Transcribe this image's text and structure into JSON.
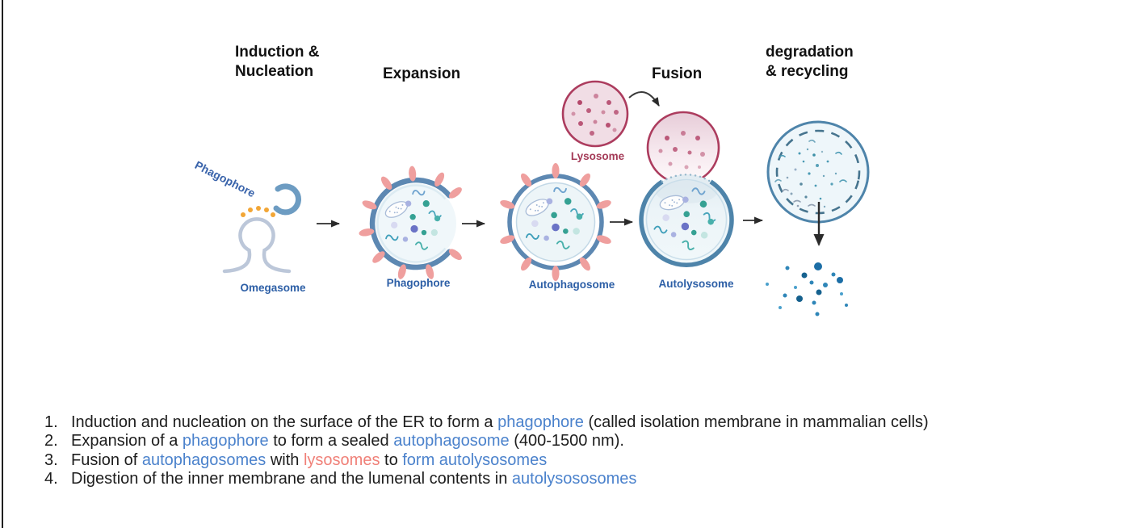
{
  "stages": {
    "induction": {
      "line1": "Induction &",
      "line2": "Nucleation"
    },
    "expansion": "Expansion",
    "fusion": "Fusion",
    "degradation": {
      "line1": "degradation",
      "line2": "& recycling"
    }
  },
  "labels": {
    "phagophore_early": "Phagophore",
    "omegasome": "Omegasome",
    "phagophore": "Phagophore",
    "autophagosome": "Autophagosome",
    "lysosome": "Lysosome",
    "autolysosome": "Autolysosome"
  },
  "colors": {
    "membrane_blue": "#5d88b2",
    "autolysosome_blue": "#4e84aa",
    "lysosome_crimson": "#ac3c5e",
    "pink_oval": "#ef9f9e",
    "orange_dot": "#f2a636",
    "omegasome_gray": "#bcc7d9",
    "label_blue": "#2d5fa6",
    "list_link_blue": "#4b82cc",
    "list_link_salmon": "#f08078"
  },
  "list": {
    "items": [
      {
        "number": "1.",
        "segments": [
          {
            "text": "Induction and nucleation on the surface of the ER to form a "
          },
          {
            "text": "phagophore"
          },
          {
            "text": " (called isolation membrane in mammalian cells)"
          }
        ]
      },
      {
        "number": "2.",
        "segments": [
          {
            "text": "Expansion of a "
          },
          {
            "text": "phagophore"
          },
          {
            "text": " to form a sealed "
          },
          {
            "text": "autophagosome"
          },
          {
            "text": " (400-1500 nm)."
          }
        ]
      },
      {
        "number": "3.",
        "segments": [
          {
            "text": "Fusion of "
          },
          {
            "text": "autophagosomes"
          },
          {
            "text": " with "
          },
          {
            "text": "lysosomes"
          },
          {
            "text": " to "
          },
          {
            "text": "form autolysosomes"
          }
        ]
      },
      {
        "number": "4.",
        "segments": [
          {
            "text": "Digestion of the inner membrane and the lumenal contents in "
          },
          {
            "text": "autolysososomes"
          }
        ]
      }
    ]
  }
}
